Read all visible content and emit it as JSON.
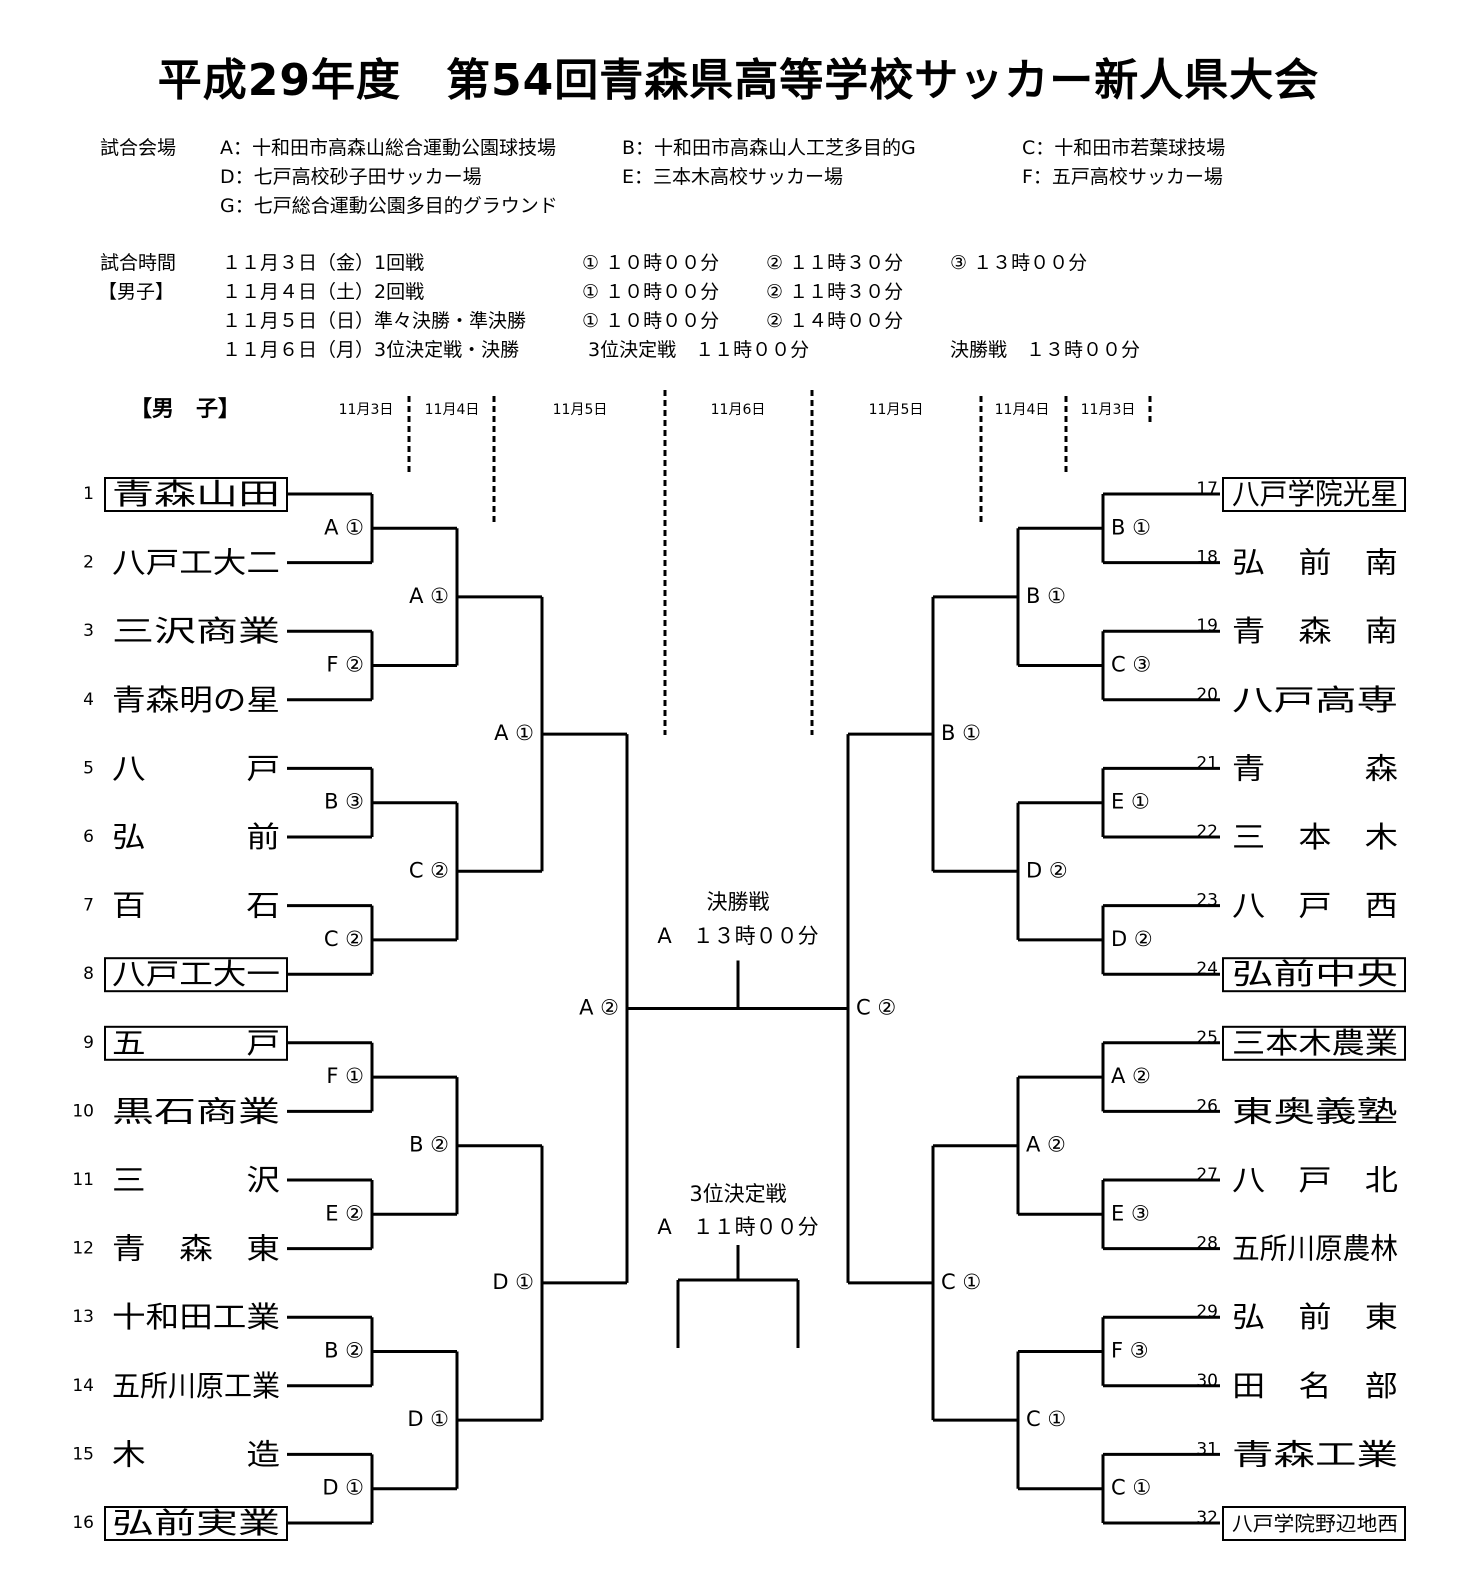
{
  "title": "平成29年度　第54回青森県高等学校サッカー新人県大会",
  "venues": {
    "label": "試合会場",
    "items": [
      "A：十和田市高森山総合運動公園球技場",
      "B：十和田市高森山人工芝多目的G",
      "C：十和田市若葉球技場",
      "D：七戸高校砂子田サッカー場",
      "E：三本木高校サッカー場",
      "F：五戸高校サッカー場",
      "G：七戸総合運動公園多目的グラウンド"
    ]
  },
  "schedule": {
    "label": "試合時間",
    "sublabel": "【男子】",
    "rows": [
      {
        "date": "１１月３日（金）1回戦",
        "times": [
          "① １０時００分",
          "② １１時３０分",
          "③ １３時００分"
        ]
      },
      {
        "date": "１１月４日（土）2回戦",
        "times": [
          "① １０時００分",
          "② １１時３０分"
        ]
      },
      {
        "date": "１１月５日（日）準々決勝・準決勝",
        "times": [
          "① １０時００分",
          "② １４時００分"
        ]
      },
      {
        "date": "１１月６日（月）3位決定戦・決勝",
        "times": [
          "3位決定戦　１１時００分",
          "決勝戦　１３時００分"
        ]
      }
    ]
  },
  "bracket": {
    "section_label": "【男　子】",
    "dates": [
      "11月3日",
      "11月4日",
      "11月5日",
      "11月6日",
      "11月5日",
      "11月4日",
      "11月3日"
    ],
    "left_teams": [
      {
        "num": "1",
        "name": "青森山田",
        "boxed": true
      },
      {
        "num": "2",
        "name": "八戸工大二",
        "boxed": false
      },
      {
        "num": "3",
        "name": "三沢商業",
        "boxed": false
      },
      {
        "num": "4",
        "name": "青森明の星",
        "boxed": false
      },
      {
        "num": "5",
        "name": "八　　　戸",
        "boxed": false
      },
      {
        "num": "6",
        "name": "弘　　　前",
        "boxed": false
      },
      {
        "num": "7",
        "name": "百　　　石",
        "boxed": false
      },
      {
        "num": "8",
        "name": "八戸工大一",
        "boxed": true
      },
      {
        "num": "9",
        "name": "五　　　戸",
        "boxed": true
      },
      {
        "num": "10",
        "name": "黒石商業",
        "boxed": false
      },
      {
        "num": "11",
        "name": "三　　　沢",
        "boxed": false
      },
      {
        "num": "12",
        "name": "青　森　東",
        "boxed": false
      },
      {
        "num": "13",
        "name": "十和田工業",
        "boxed": false
      },
      {
        "num": "14",
        "name": "五所川原工業",
        "boxed": false
      },
      {
        "num": "15",
        "name": "木　　　造",
        "boxed": false
      },
      {
        "num": "16",
        "name": "弘前実業",
        "boxed": true
      }
    ],
    "right_teams": [
      {
        "num": "17",
        "name": "八戸学院光星",
        "boxed": true
      },
      {
        "num": "18",
        "name": "弘　前　南",
        "boxed": false
      },
      {
        "num": "19",
        "name": "青　森　南",
        "boxed": false
      },
      {
        "num": "20",
        "name": "八戸高専",
        "boxed": false
      },
      {
        "num": "21",
        "name": "青　　　森",
        "boxed": false
      },
      {
        "num": "22",
        "name": "三　本　木",
        "boxed": false
      },
      {
        "num": "23",
        "name": "八　戸　西",
        "boxed": false
      },
      {
        "num": "24",
        "name": "弘前中央",
        "boxed": true
      },
      {
        "num": "25",
        "name": "三本木農業",
        "boxed": true
      },
      {
        "num": "26",
        "name": "東奥義塾",
        "boxed": false
      },
      {
        "num": "27",
        "name": "八　戸　北",
        "boxed": false
      },
      {
        "num": "28",
        "name": "五所川原農林",
        "boxed": false
      },
      {
        "num": "29",
        "name": "弘　前　東",
        "boxed": false
      },
      {
        "num": "30",
        "name": "田　名　部",
        "boxed": false
      },
      {
        "num": "31",
        "name": "青森工業",
        "boxed": false
      },
      {
        "num": "32",
        "name": "八戸学院野辺地西",
        "boxed": true
      }
    ],
    "left_r1": [
      "A ①",
      "F ②",
      "B ③",
      "C ②",
      "F ①",
      "E ②",
      "B ②",
      "D ①"
    ],
    "left_r2": [
      "A ①",
      "C ②",
      "B ②",
      "D ①"
    ],
    "left_qf": [
      "A ①",
      "D ①"
    ],
    "left_sf": "A ②",
    "right_r1": [
      "B ①",
      "C ③",
      "E ①",
      "D ②",
      "A ②",
      "E ③",
      "F ③",
      "C ①"
    ],
    "right_r2": [
      "B ①",
      "D ②",
      "A ②",
      "C ①"
    ],
    "right_qf": [
      "B ①",
      "C ①"
    ],
    "right_sf": "C ②",
    "final": {
      "label": "決勝戦",
      "time": "A　１３時００分"
    },
    "third_place": {
      "label": "3位決定戦",
      "time": "A　１１時００分"
    }
  }
}
